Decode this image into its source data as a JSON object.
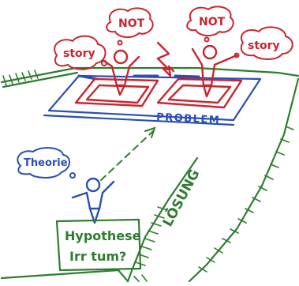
{
  "colors": {
    "red": "#c8262e",
    "green": "#2f7d2f",
    "blue": "#2a4fb5"
  },
  "bubbles": {
    "story_left": "story",
    "not_left": "NOT",
    "not_right": "NOT",
    "story_right": "story",
    "theorie": "Theorie"
  },
  "labels": {
    "problem": "PROBLEM",
    "loesung": "LÖSUNG"
  },
  "sign": {
    "line1": "Hypothese",
    "line2": "Irr tum?"
  }
}
